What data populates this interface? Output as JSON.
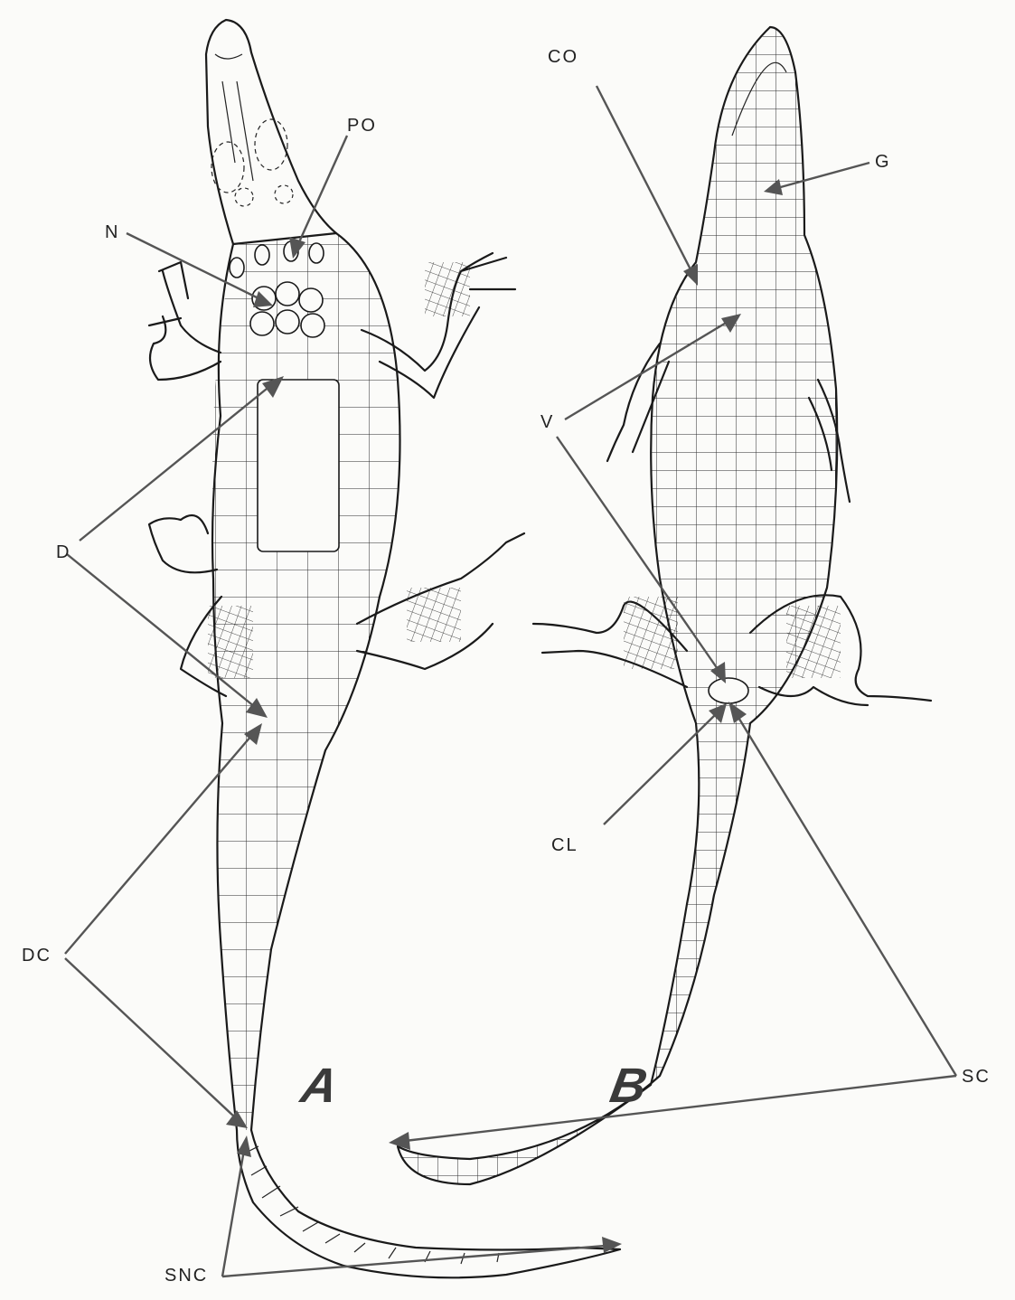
{
  "figure": {
    "panel_a": "A",
    "panel_b": "B"
  },
  "labels": {
    "po": "PO",
    "n": "N",
    "d": "D",
    "dc": "DC",
    "snc": "SNC",
    "co": "CO",
    "g": "G",
    "v": "V",
    "cl": "CL",
    "sc": "SC"
  }
}
